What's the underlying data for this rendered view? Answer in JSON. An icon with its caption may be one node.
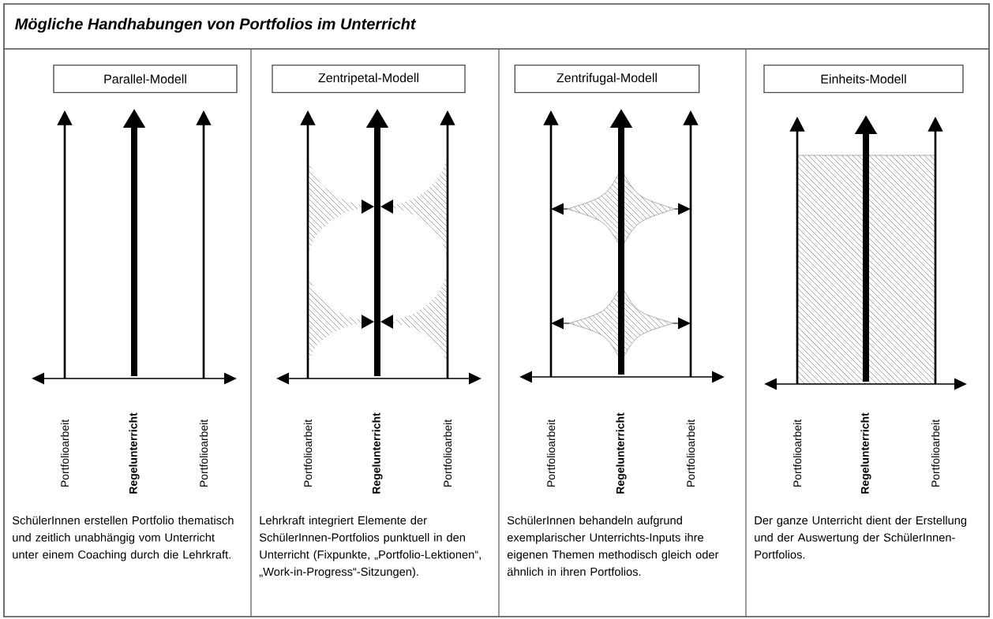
{
  "diagram": {
    "title": "Mögliche Handhabungen von Portfolios im Unterricht",
    "nodes": [
      {
        "text": [
          "Parallel-Modell"
        ]
      },
      {
        "text": [
          "Zentripetal-Modell"
        ]
      },
      {
        "text": [
          "Zentrifugal-Modell"
        ]
      },
      {
        "text": [
          "Einheits-Modell"
        ]
      }
    ],
    "labels": [
      "Portfolioarbeit",
      "Regelunterricht",
      "Portfolioarbeit",
      "SchülerInnen erstellen Portfolio thematisch und zeitlich unabhängig vom Unterricht unter einem Coaching durch die Lehrkraft.",
      "Portfolioarbeit",
      "Regelunterricht",
      "Portfolioarbeit",
      "Lehrkraft integriert Elemente der SchülerInnen-Portfolios punktuell in den Unterricht (Fixpunkte, „Portfolio-Lektionen“, „Work-in-Progress“-Sitzungen).",
      "Portfolioarbeit",
      "Regelunterricht",
      "Portfolioarbeit",
      "SchülerInnen behandeln aufgrund exemplarischer Unterrichts-Inputs ihre eigenen Themen methodisch gleich oder ähnlich in ihren Portfolios.",
      "Portfolioarbeit",
      "Regelunterricht",
      "Portfolioarbeit",
      "Der ganze Unterricht dient der Erstellung und der Auswertung der SchülerInnen-Portfolios."
    ]
  }
}
